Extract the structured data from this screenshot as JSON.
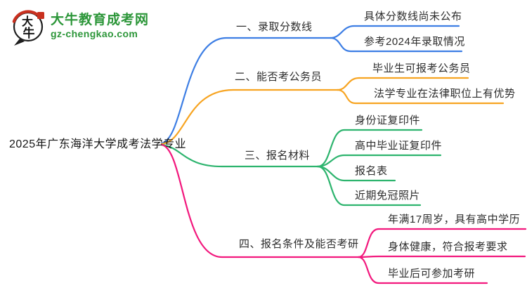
{
  "logo": {
    "icon_char_top": "大",
    "icon_char_bottom": "牛",
    "site_name": "大牛教育成考网",
    "site_url": "gz-chengkao.com",
    "brand_green": "#2c9639",
    "seal_red": "#c9301f",
    "outline_black": "#1e1e1e"
  },
  "mindmap": {
    "root": {
      "label": "2025年广东海洋大学成考法学专业"
    },
    "branches": [
      {
        "label": "一、录取分数线",
        "color": "#3d7ee4",
        "children": [
          {
            "label": "具体分数线尚未公布"
          },
          {
            "label": "参考2024年录取情况"
          }
        ]
      },
      {
        "label": "二、能否考公务员",
        "color": "#f7a421",
        "children": [
          {
            "label": "毕业生可报考公务员"
          },
          {
            "label": "法学专业在法律职位上有优势"
          }
        ]
      },
      {
        "label": "三、报名材料",
        "color": "#2db46e",
        "children": [
          {
            "label": "身份证复印件"
          },
          {
            "label": "高中毕业证复印件"
          },
          {
            "label": "报名表"
          },
          {
            "label": "近期免冠照片"
          }
        ]
      },
      {
        "label": "四、报名条件及能否考研",
        "color": "#f2187d",
        "children": [
          {
            "label": "年满17周岁，具有高中学历"
          },
          {
            "label": "身体健康，符合报考要求"
          },
          {
            "label": "毕业后可参加考研"
          }
        ]
      }
    ]
  }
}
